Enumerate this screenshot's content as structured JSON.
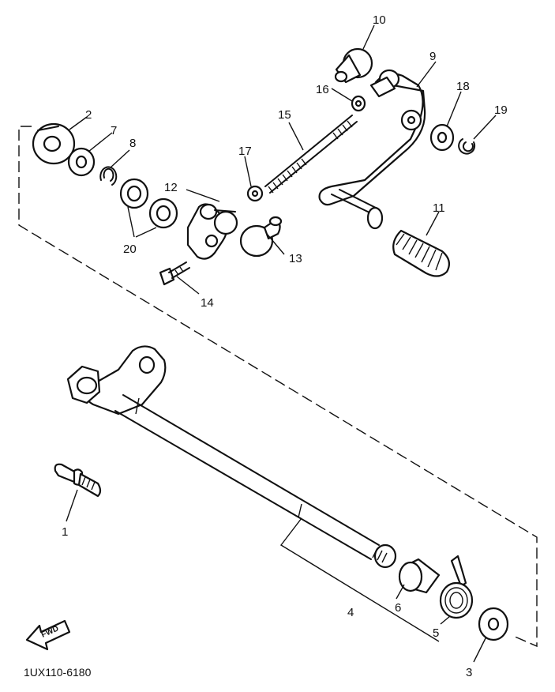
{
  "diagram_code": "1UX110-6180",
  "fwd_label": "FWD",
  "callouts": [
    "1",
    "2",
    "3",
    "4",
    "5",
    "6",
    "7",
    "8",
    "9",
    "10",
    "11",
    "12",
    "13",
    "14",
    "15",
    "16",
    "17",
    "18",
    "19",
    "20"
  ]
}
